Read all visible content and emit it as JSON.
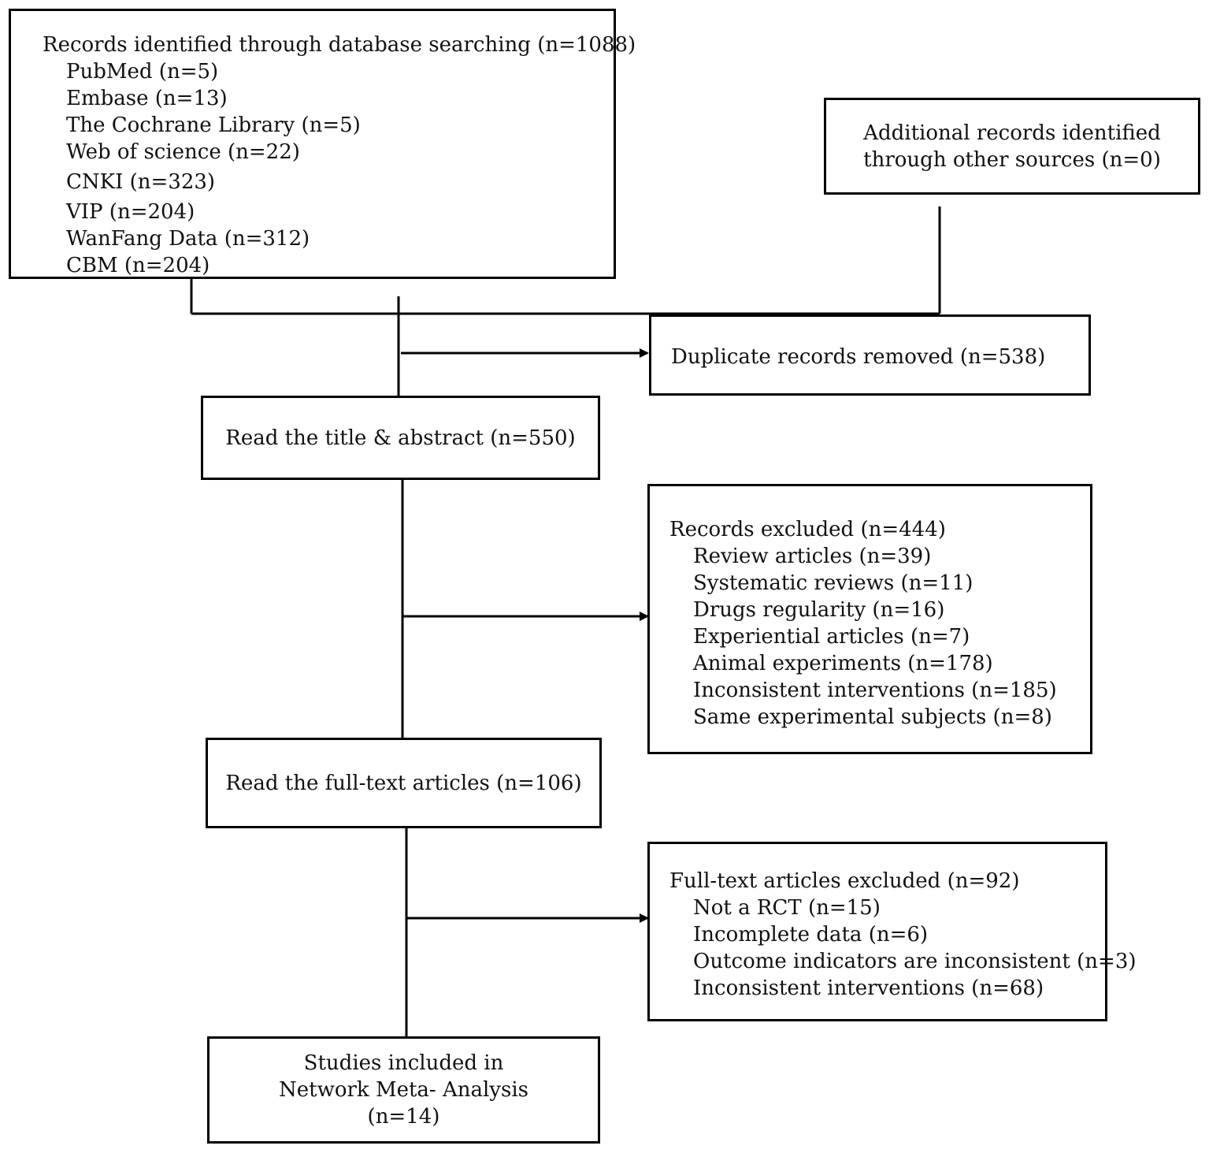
{
  "identification": {
    "header": "Records identified through database searching (n=1088)",
    "items": [
      "PubMed (n=5)",
      "Embase (n=13)",
      "The Cochrane Library (n=5)",
      "Web of science (n=22)",
      "CNKI (n=323)",
      "VIP (n=204)",
      "WanFang Data (n=312)",
      "CBM (n=204)"
    ]
  },
  "additional": {
    "line1": "Additional records identified",
    "line2": "through other sources (n=0)"
  },
  "duplicates": {
    "label": "Duplicate records removed (n=538)"
  },
  "screening": {
    "label": "Read the title & abstract (n=550)"
  },
  "records_excluded": {
    "header": "Records excluded (n=444)",
    "items": [
      "Review articles (n=39)",
      "Systematic reviews (n=11)",
      "Drugs regularity (n=16)",
      "Experiential articles (n=7)",
      "Animal experiments (n=178)",
      "Inconsistent interventions (n=185)",
      "Same experimental subjects (n=8)"
    ]
  },
  "fulltext": {
    "label": "Read the full-text articles (n=106)"
  },
  "fulltext_excluded": {
    "header": "Full-text articles excluded (n=92)",
    "items": [
      "Not a RCT (n=15)",
      "Incomplete data (n=6)",
      "Outcome indicators are inconsistent (n=3)",
      "Inconsistent interventions (n=68)"
    ]
  },
  "included": {
    "line1": "Studies included in",
    "line2": "Network Meta- Analysis",
    "line3": "(n=14)"
  }
}
